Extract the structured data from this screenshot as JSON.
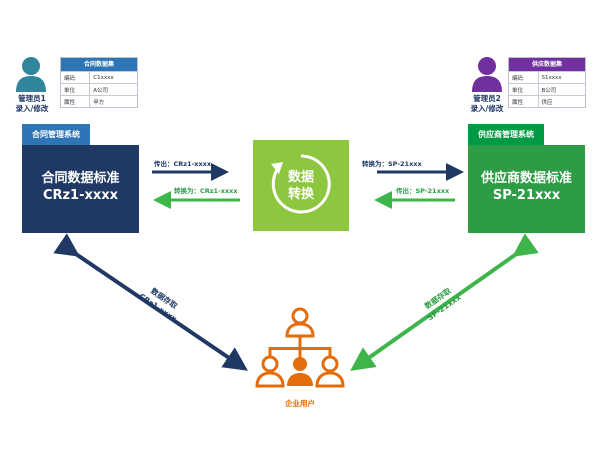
{
  "colors": {
    "navy": "#1f3864",
    "green": "#2e9c45",
    "bright_green": "#3db54a",
    "lime": "#8dc63f",
    "purple": "#7030a0",
    "teal": "#31859c",
    "orange": "#e46c0a",
    "tab_teal": "#2e75b6",
    "tab_green": "#009a44"
  },
  "admin1": {
    "icon": "person-icon",
    "label_line1": "管理员1",
    "label_line2": "录入/修改"
  },
  "admin2": {
    "icon": "person-icon",
    "label_line1": "管理员2",
    "label_line2": "录入/修改"
  },
  "contract_dataset": {
    "title": "合同数据集",
    "rows": [
      {
        "k": "编码",
        "v": "C1xxxx"
      },
      {
        "k": "单位",
        "v": "A公司"
      },
      {
        "k": "属性",
        "v": "甲方"
      }
    ]
  },
  "supplier_dataset": {
    "title": "供应数据集",
    "rows": [
      {
        "k": "编码",
        "v": "S1xxxx"
      },
      {
        "k": "单位",
        "v": "B公司"
      },
      {
        "k": "属性",
        "v": "供应"
      }
    ]
  },
  "contract_system": {
    "tab": "合同管理系统",
    "title": "合同数据标准",
    "code": "CRz1-xxxx"
  },
  "supplier_system": {
    "tab": "供应商管理系统",
    "title": "供应商数据标准",
    "code": "SP-21xxx"
  },
  "converter": {
    "icon": "refresh-icon",
    "line1": "数据",
    "line2": "转换"
  },
  "flows": {
    "left_out": "传出：CRz1-xxxx",
    "left_in": "转换为：CRz1-xxxx",
    "right_in": "转换为：SP-21xxx",
    "right_out": "传出：SP-21xxx"
  },
  "access": {
    "left_line1": "数据存取",
    "left_line2": "CRz1-xxxx",
    "right_line1": "数据存取",
    "right_line2": "SP-21xxx"
  },
  "enterprise": {
    "icon": "org-chart-icon",
    "label": "企业用户"
  }
}
